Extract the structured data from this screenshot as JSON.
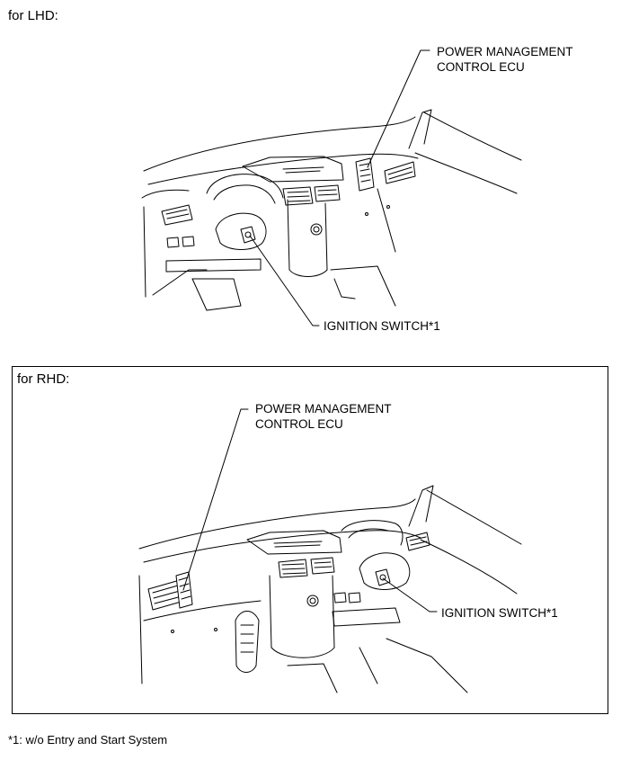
{
  "lhd": {
    "header": "for LHD:",
    "ecu_label_1": "POWER MANAGEMENT",
    "ecu_label_2": "CONTROL ECU",
    "switch_label": "IGNITION SWITCH*1"
  },
  "rhd": {
    "header": "for RHD:",
    "ecu_label_1": "POWER MANAGEMENT",
    "ecu_label_2": "CONTROL ECU",
    "switch_label": "IGNITION SWITCH*1"
  },
  "footnote": "*1: w/o Entry and Start System"
}
